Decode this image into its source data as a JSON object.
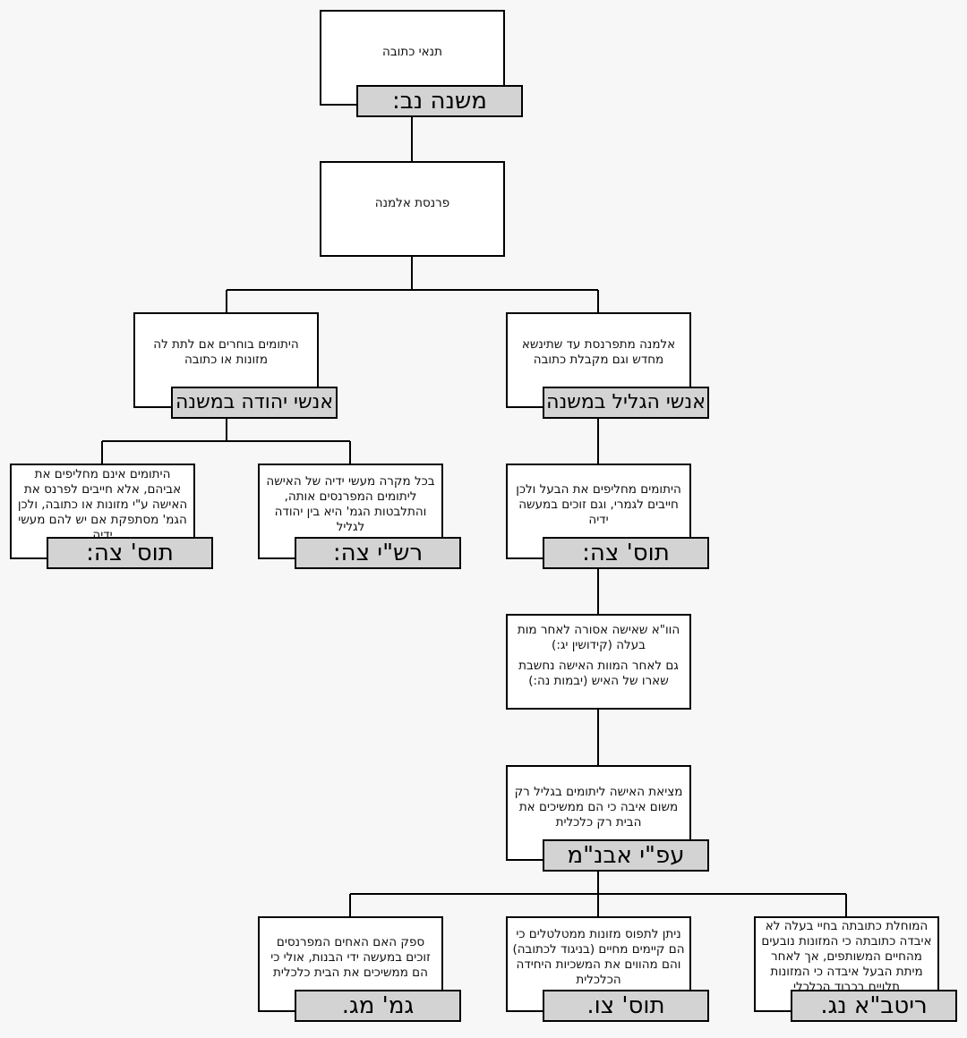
{
  "nodes": {
    "root": {
      "text": [
        "תנאי כתובה"
      ],
      "tag": "משנה נב:"
    },
    "parnasat": {
      "text": [
        "פרנסת אלמנה"
      ]
    },
    "yehuda": {
      "text": [
        "היתומים  בוחרים אם לתת לה מזונות או כתובה"
      ],
      "tag": "אנשי יהודה במשנה"
    },
    "galil": {
      "text": [
        "אלמנה מתפרנסת עד שתינשא מחדש וגם מקבלת כתובה"
      ],
      "tag": "אנשי הגליל במשנה"
    },
    "tosYehuda": {
      "text": [
        "היתומים  אינם מחליפים את אביהם, אלא חייבים  לפרנס את האישה ע\"י מזונות או כתובה, ולכן הגמ' מסתפקת אם יש להם מעשי ידיה"
      ],
      "tag": "תוס' צה:"
    },
    "rashi": {
      "text": [
        "בכל מקרה מעשי ידיה  של האישה ליתומים  המפרנסים אותה, והתלבטות הגמ' היא בין יהודה לגליל"
      ],
      "tag": "רש\"י צה:"
    },
    "tosGalil": {
      "text": [
        "היתומים  מחליפים את הבעל ולכן חייבים  לגמרי, וגם זוכים במעשה ידיה"
      ],
      "tag": "תוס' צה:"
    },
    "havaamina": {
      "text": [
        "הוו\"א  שאישה אסורה לאחר מות בעלה (קידושין  יג:)",
        "גם לאחר המוות  האישה נחשבת שארו של האיש (יבמות נה:)"
      ]
    },
    "avnem": {
      "text": [
        "מציאת האישה ליתומים  בגליל רק משום איבה כי הם ממשיכים את הבית רק כלכלית"
      ],
      "tag": "עפ\"י אבנ\"מ"
    },
    "gemara": {
      "text": [
        "ספק האם האחים המפרנסים זוכים במעשה ידי הבנות, אולי כי הם ממשיכים את הבית כלכלית"
      ],
      "tag": "גמ' מג."
    },
    "tosTzav": {
      "text": [
        "ניתן לתפוס מזונות ממטלטלים  כי הם קיימים  מחיים  (בניגוד לכתובה) והם מהווים  את המשכיות היחידה הכלכלית"
      ],
      "tag": "תוס' צו."
    },
    "ritva": {
      "text": [
        "המוחלת כתובתה בחיי  בעלה לא איבדה כתובתה כי המזונות נובעים  מהחיים  המשותפים, אך לאחר מיתת הבעל איבדה כי המזונות תלויים בכבוד הכלכלי"
      ],
      "tag": "ריטב\"א נג."
    }
  }
}
